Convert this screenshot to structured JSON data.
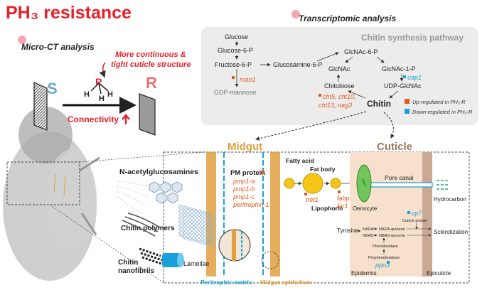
{
  "title": "PH₃ resistance",
  "micro_ct": {
    "heading": "Micro-CT analysis",
    "note_line1": "More continuous  &",
    "note_line2": "tight cuticle structure",
    "label_s": "S",
    "label_r": "R",
    "molecule_p": "P",
    "molecule_h1": "H",
    "molecule_h2": "H",
    "molecule_h3": "H",
    "connectivity": "Connectivity"
  },
  "transcriptomic": {
    "heading": "Transcriptomic analysis",
    "pathway_title": "Chitin synthesis pathway",
    "nodes": {
      "glucose": "Glucose",
      "glucose6p": "Glucose-6-P",
      "fructose6p": "Fructose-6-P",
      "glucosamine6p": "Glucosamine-6-P",
      "man1": "man1",
      "gdp_mannose": "GDP-mannose",
      "glcnac6p": "GlcNAc-6-P",
      "glcnac": "GlcNAc",
      "glcnac1p": "GlcNAc-1-P",
      "uap1": "uap1",
      "chitobiose": "Chitobiose",
      "udp_glcnac": "UDP-GlcNAc",
      "cht_line1": "cht5, cht10,",
      "cht_line2": "cht13, nag3",
      "chitin": "Chitin"
    },
    "legend": {
      "up": "Up-regulated in PH₃-R",
      "down": "Down-regulated in PH₃-R",
      "up_color": "#e05a1c",
      "down_color": "#1aa0d8"
    }
  },
  "midgut": {
    "heading": "Midgut",
    "n_acetyl": "N-acetylglucosamines",
    "chitin_polymers": "Chitin polymers",
    "chitin_nano1": "Chitin",
    "chitin_nano2": "nanofibrils",
    "lamellae": "Lamellae",
    "pm_protein": "PM protein",
    "pmp1a": "pmp1-a",
    "pmp1b": "pmp1-b",
    "pmp1c": "pmp1-c",
    "peritrophin": "peritrophin-1",
    "peritrophic_matrix": "Peritrophic matrix",
    "midgut_epithelium": "Midgut epithelium"
  },
  "fat": {
    "fatty_acid": "Fatty acid",
    "fat_body": "Fat body",
    "tret1": "tret1",
    "lipophorin": "Lipophorin",
    "fabp": "fabp",
    "far1": "far1"
  },
  "cuticle": {
    "heading": "Cuticle",
    "oenocyte": "Oenocyte",
    "pore_canal": "Pore canal",
    "hydrocarbon": "Hydrocarbon",
    "cp7": "cp7",
    "cuticle_protein": "Cuticle protein",
    "sclerotization": "Sclerotization",
    "tyrosine": "Tyrosine",
    "nada": "NADA",
    "nbad": "NBAD",
    "nada_quinone": "NADA-quinone",
    "nbad_quinone": "NBAD-quinone",
    "phenoloxidase": "Phenoloxidase",
    "prophenoloxidase": "Prophenoloxidase",
    "ppo3": "ppo3",
    "epidermis": "Epidermis",
    "epicuticle": "Epicuticle"
  },
  "colors": {
    "title_red": "#e8202a",
    "orange": "#e06a1c",
    "midgut_gold": "#e0a040",
    "blue": "#1aa0d8",
    "cuticle_brown": "#a0785a"
  }
}
